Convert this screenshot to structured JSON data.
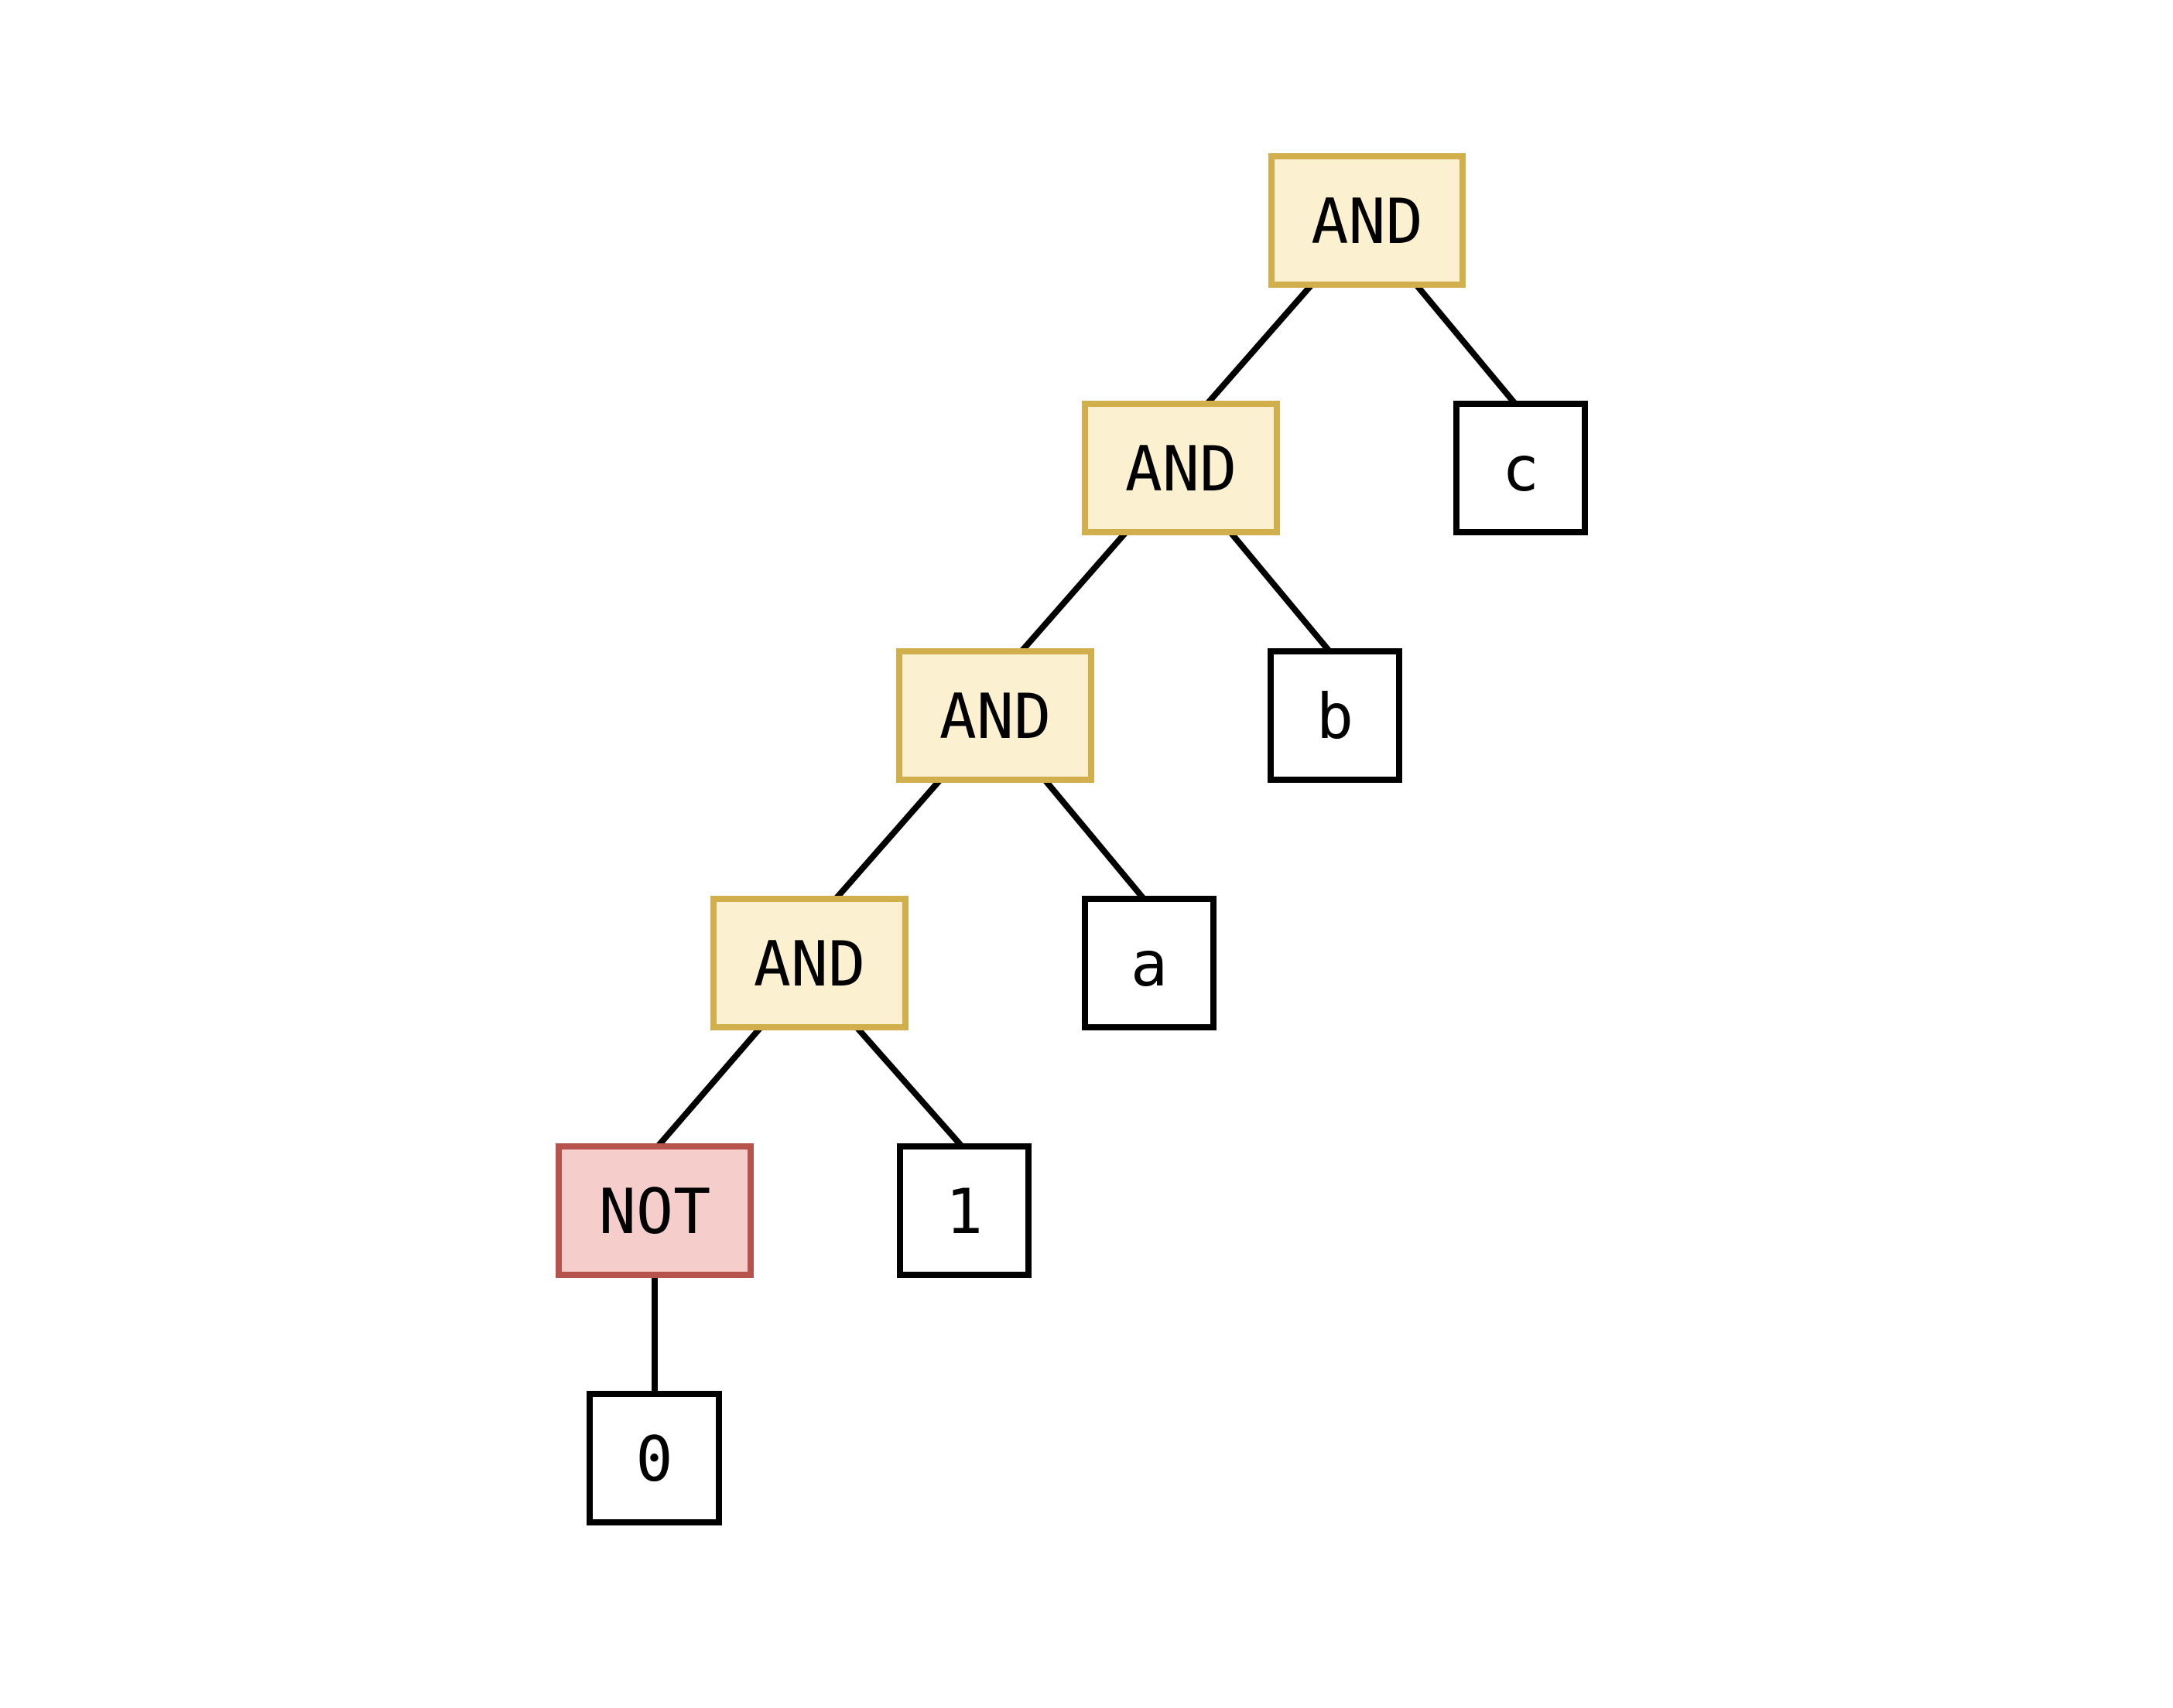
{
  "diagram": {
    "kind": "binary-expression-tree",
    "background": "#ffffff",
    "colors": {
      "edge": "#000000",
      "text": "#000000",
      "and_fill": "#FBF0CF",
      "and_stroke": "#D2AF4D",
      "not_fill": "#F5CECB",
      "not_stroke": "#B5534C",
      "leaf_fill": "#FFFFFF",
      "leaf_stroke": "#000000"
    },
    "nodes": [
      {
        "id": "and-root",
        "label": "AND",
        "type": "and"
      },
      {
        "id": "and-2",
        "label": "AND",
        "type": "and"
      },
      {
        "id": "leaf-c",
        "label": "c",
        "type": "leaf"
      },
      {
        "id": "and-3",
        "label": "AND",
        "type": "and"
      },
      {
        "id": "leaf-b",
        "label": "b",
        "type": "leaf"
      },
      {
        "id": "and-4",
        "label": "AND",
        "type": "and"
      },
      {
        "id": "leaf-a",
        "label": "a",
        "type": "leaf"
      },
      {
        "id": "not-1",
        "label": "NOT",
        "type": "not"
      },
      {
        "id": "leaf-1",
        "label": "1",
        "type": "leaf"
      },
      {
        "id": "leaf-0",
        "label": "0",
        "type": "leaf"
      }
    ],
    "edges": [
      {
        "from": "and-root",
        "to": "and-2"
      },
      {
        "from": "and-root",
        "to": "leaf-c"
      },
      {
        "from": "and-2",
        "to": "and-3"
      },
      {
        "from": "and-2",
        "to": "leaf-b"
      },
      {
        "from": "and-3",
        "to": "and-4"
      },
      {
        "from": "and-3",
        "to": "leaf-a"
      },
      {
        "from": "and-4",
        "to": "not-1"
      },
      {
        "from": "and-4",
        "to": "leaf-1"
      },
      {
        "from": "not-1",
        "to": "leaf-0"
      }
    ]
  }
}
